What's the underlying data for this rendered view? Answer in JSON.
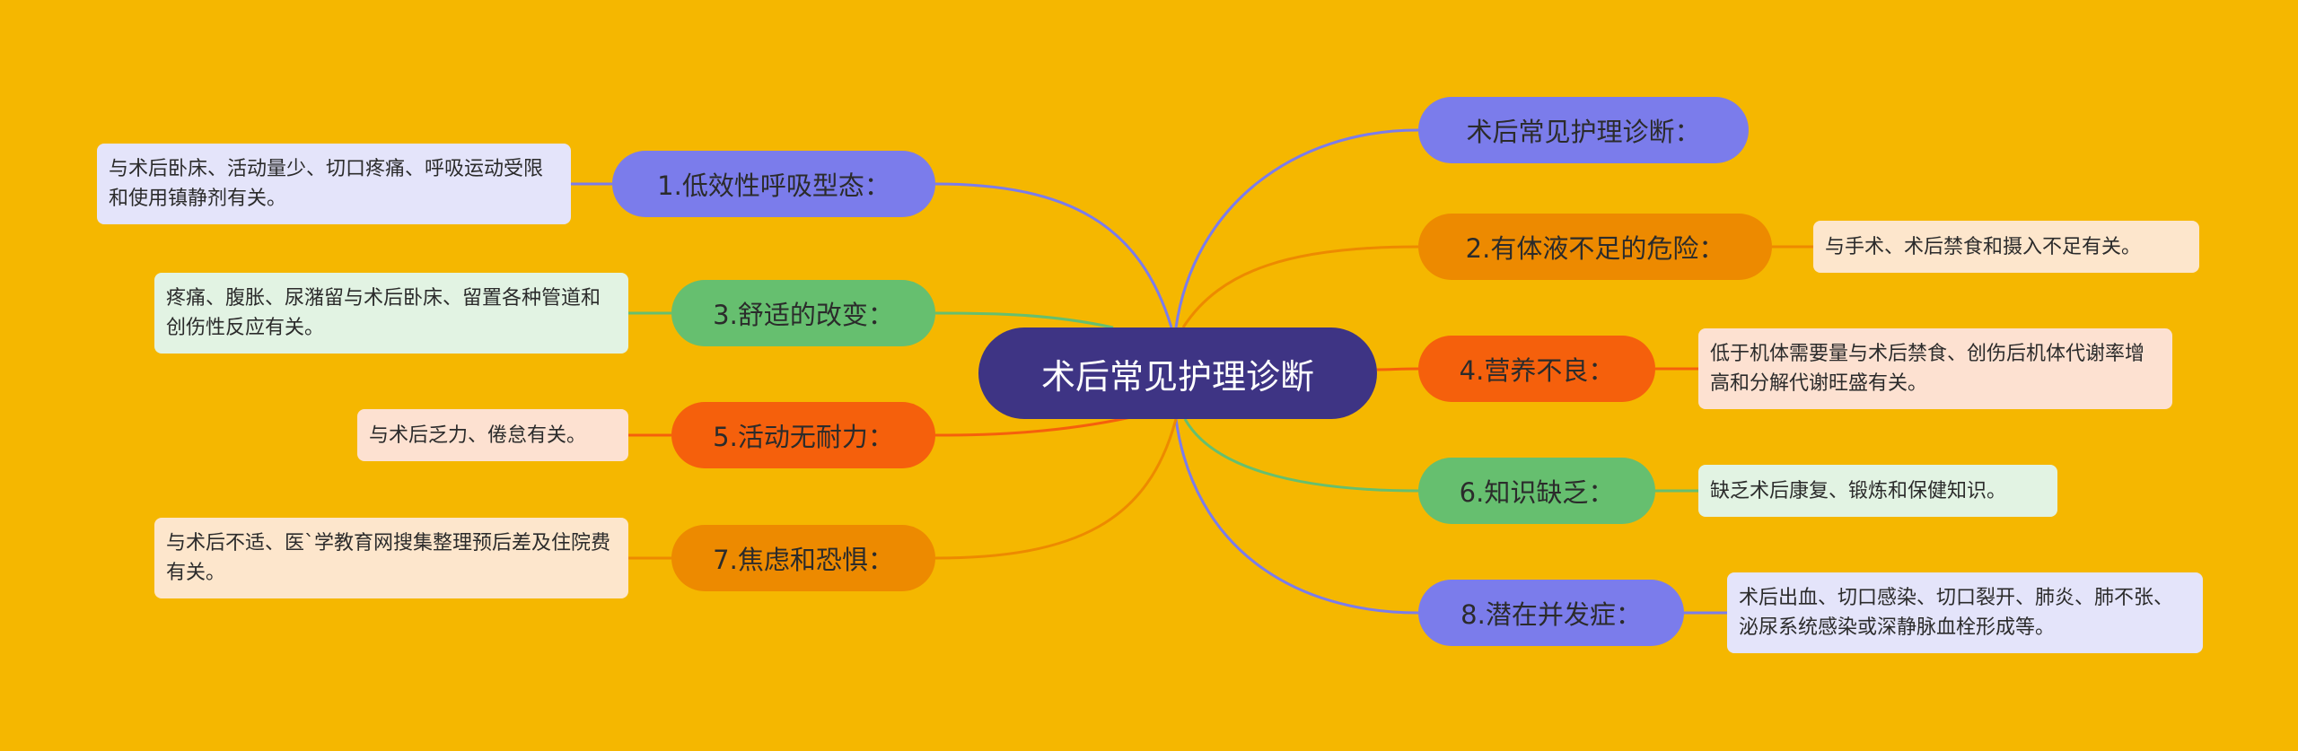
{
  "colors": {
    "background": "#F5B700",
    "root": "#3E3484",
    "blue": "#7B7CEB",
    "orange": "#ED8A00",
    "red_orange": "#F5600C",
    "green": "#66BF6F"
  },
  "root": {
    "label": "术后常见护理诊断"
  },
  "branches": [
    {
      "label": "术后常见护理诊断：",
      "leaf": ""
    },
    {
      "label": "1.低效性呼吸型态：",
      "leaf": "与术后卧床、活动量少、切口疼痛、呼吸运动受限和使用镇静剂有关。"
    },
    {
      "label": "2.有体液不足的危险：",
      "leaf": "与手术、术后禁食和摄入不足有关。"
    },
    {
      "label": "3.舒适的改变：",
      "leaf": "疼痛、腹胀、尿潴留与术后卧床、留置各种管道和创伤性反应有关。"
    },
    {
      "label": "4.营养不良：",
      "leaf": "低于机体需要量与术后禁食、创伤后机体代谢率增高和分解代谢旺盛有关。"
    },
    {
      "label": "5.活动无耐力：",
      "leaf": "与术后乏力、倦怠有关。"
    },
    {
      "label": "6.知识缺乏：",
      "leaf": "缺乏术后康复、锻炼和保健知识。"
    },
    {
      "label": "7.焦虑和恐惧：",
      "leaf": "与术后不适、医`学教育网搜集整理预后差及住院费有关。"
    },
    {
      "label": "8.潜在并发症：",
      "leaf": "术后出血、切口感染、切口裂开、肺炎、肺不张、泌尿系统感染或深静脉血栓形成等。"
    }
  ]
}
